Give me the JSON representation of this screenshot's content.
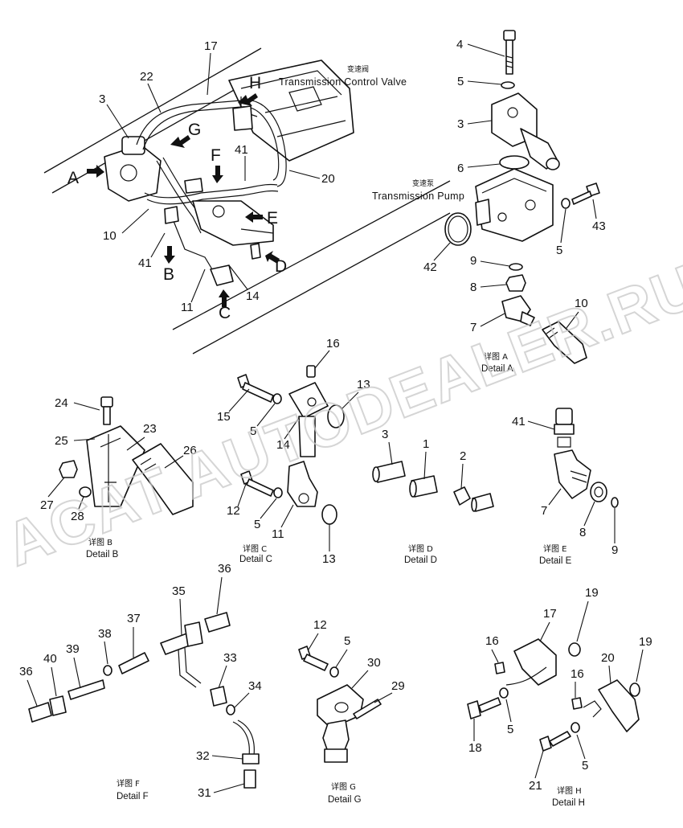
{
  "labels": {
    "tcv_cn": "变速阀",
    "tcv_en": "Transmission Control Valve",
    "pump_cn": "变速泵",
    "pump_en": "Transmission Pump"
  },
  "captions": {
    "a_cn": "详图 A",
    "a_en": "Detail A",
    "b_cn": "详图 B",
    "b_en": "Detail B",
    "c_cn": "详图 C",
    "c_en": "Detail C",
    "d_cn": "详图 D",
    "d_en": "Detail D",
    "e_cn": "详图 E",
    "e_en": "Detail E",
    "f_cn": "详图 F",
    "f_en": "Detail F",
    "g_cn": "详图 G",
    "g_en": "Detail G",
    "h_cn": "详图 H",
    "h_en": "Detail H"
  },
  "view_letters": {
    "A": "A",
    "B": "B",
    "C": "C",
    "D": "D",
    "E": "E",
    "F": "F",
    "G": "G",
    "H": "H"
  },
  "callouts": {
    "main_17": "17",
    "main_22": "22",
    "main_3": "3",
    "main_41a": "41",
    "main_20": "20",
    "main_10": "10",
    "main_41b": "41",
    "main_11": "11",
    "main_14": "14",
    "a_4": "4",
    "a_5a": "5",
    "a_3": "3",
    "a_6": "6",
    "a_43": "43",
    "a_5b": "5",
    "a_42": "42",
    "a_9": "9",
    "a_8": "8",
    "a_7": "7",
    "a_10": "10",
    "b_24": "24",
    "b_25": "25",
    "b_23": "23",
    "b_26": "26",
    "b_27": "27",
    "b_28": "28",
    "c_16": "16",
    "c_13a": "13",
    "c_15": "15",
    "c_5a": "5",
    "c_14": "14",
    "c_12": "12",
    "c_5b": "5",
    "c_11": "11",
    "c_13b": "13",
    "d_3": "3",
    "d_1": "1",
    "d_2": "2",
    "e_41": "41",
    "e_7": "7",
    "e_8": "8",
    "e_9": "9",
    "f_36a": "36",
    "f_35": "35",
    "f_37": "37",
    "f_38": "38",
    "f_39": "39",
    "f_40": "40",
    "f_36b": "36",
    "f_33": "33",
    "f_34": "34",
    "f_32": "32",
    "f_31": "31",
    "g_12": "12",
    "g_5": "5",
    "g_30": "30",
    "g_29": "29",
    "h_19a": "19",
    "h_17": "17",
    "h_16a": "16",
    "h_16b": "16",
    "h_20": "20",
    "h_19b": "19",
    "h_18": "18",
    "h_5a": "5",
    "h_21": "21",
    "h_5b": "5"
  },
  "watermark": "ACAT AUTODEALER.RU"
}
